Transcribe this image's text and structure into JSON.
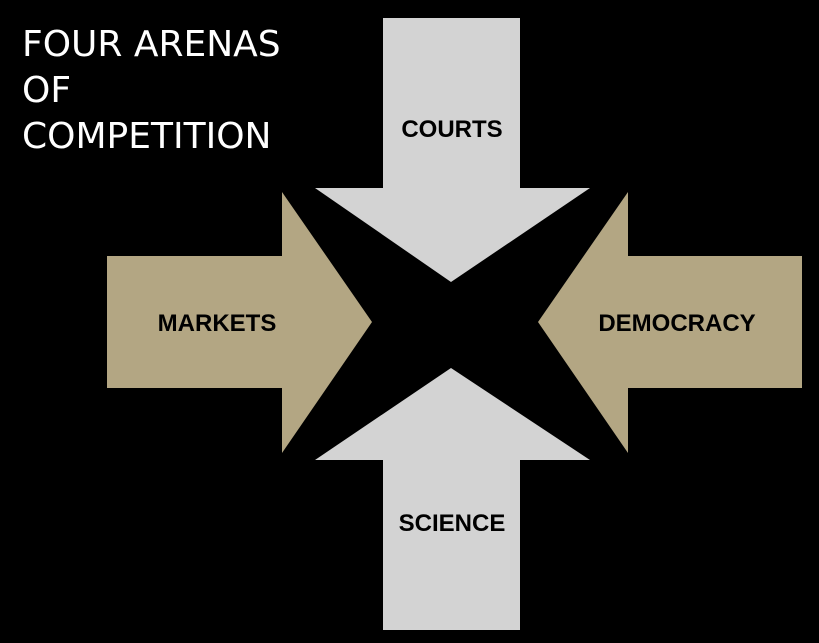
{
  "title_lines": [
    "FOUR ARENAS",
    "OF",
    "COMPETITION"
  ],
  "arrows": {
    "top": {
      "label": "COURTS",
      "color": "#d3d3d3"
    },
    "left": {
      "label": "MARKETS",
      "color": "#b3a683"
    },
    "right": {
      "label": "DEMOCRACY",
      "color": "#b3a683"
    },
    "bottom": {
      "label": "SCIENCE",
      "color": "#d3d3d3"
    }
  },
  "colors": {
    "background": "#000000",
    "title_text": "#ffffff",
    "label_text": "#000000"
  }
}
